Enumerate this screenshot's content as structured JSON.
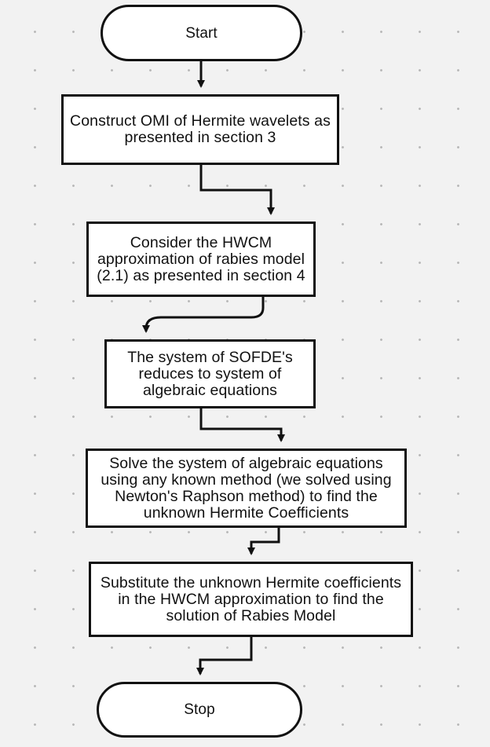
{
  "flowchart": {
    "start_label": "Start",
    "steps": [
      {
        "id": "s1",
        "text": "Construct OMI of Hermite wavelets as presented in section 3"
      },
      {
        "id": "s2",
        "text": "Consider the HWCM approximation of rabies model (2.1) as presented in section 4"
      },
      {
        "id": "s3",
        "text": "The system of SOFDE's reduces to system of algebraic equations"
      },
      {
        "id": "s4",
        "text": "Solve the system of algebraic equations using any known method (we solved using Newton's Raphson method) to find the unknown Hermite Coefficients"
      },
      {
        "id": "s5",
        "text": "Substitute the unknown Hermite coefficients in the HWCM approximation to find the solution of Rabies Model"
      }
    ],
    "stop_label": "Stop",
    "connections": [
      {
        "from": "start",
        "to": "s1"
      },
      {
        "from": "s1",
        "to": "s2"
      },
      {
        "from": "s2",
        "to": "s3"
      },
      {
        "from": "s3",
        "to": "s4"
      },
      {
        "from": "s4",
        "to": "s5"
      },
      {
        "from": "s5",
        "to": "stop"
      }
    ],
    "colors": {
      "background": "#f2f2f2",
      "grid_dots": "#b9b9b9",
      "stroke": "#111111",
      "node_fill": "#ffffff"
    }
  }
}
